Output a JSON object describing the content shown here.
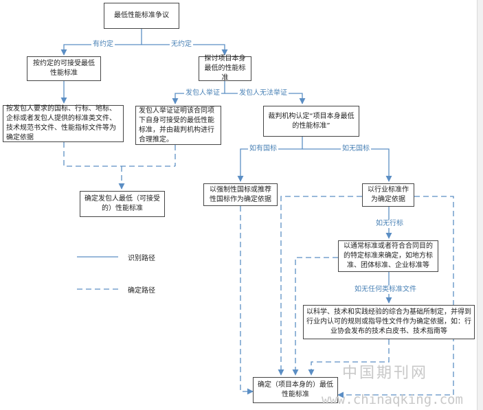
{
  "nodes": {
    "root": "最低性能标准争议",
    "agreed": "按约定的可接受最低性能标准",
    "explore": "探讨项目本身最低的性能标准",
    "agreed_basis": "按发包人要求的国标、行标、地标、企标或者发包人提供的标准类文件、技术规范书文件、性能指标文件等为确定依据",
    "employer_proof": "发包人举证证明该合同项下自身可接受的最低性能标准，并由裁判机构进行合理推定。",
    "tribunal": "裁判机构认定“项目本身最低的性能标准”",
    "confirm_employer": "确定发包人最低（可接受的）性能标准",
    "mandatory": "以强制性国标或推荐性国标作为确定依据",
    "industry": "以行业标准作为确定依据",
    "general": "以通常标准或者符合合同目的的特定标准来确定，如地方标准、团体标准、企业标准等",
    "science": "以科学、技术和实践经验的综合为基础所制定，并得到行业内认可的规则或指导性文件作为确定依据，如：行业协会发布的技术白皮书、技术指南等",
    "final": "确定（项目本身的）最低性能标准"
  },
  "edge_labels": {
    "agreed": "有约定",
    "not_agreed": "无约定",
    "employer_proves": "发包人举证",
    "employer_cannot": "发包人无法举证",
    "has_national": "如有国标",
    "no_national": "如无国标",
    "no_industry": "如无行标",
    "no_standard": "如无任何类标准文件"
  },
  "legend": {
    "solid": "识别路径",
    "dashed": "确定路径"
  },
  "watermark": {
    "cn": "中国期刊网",
    "url": "www.chinaqking.com"
  },
  "colors": {
    "arrow": "#5b8ec4",
    "border": "#444444"
  }
}
